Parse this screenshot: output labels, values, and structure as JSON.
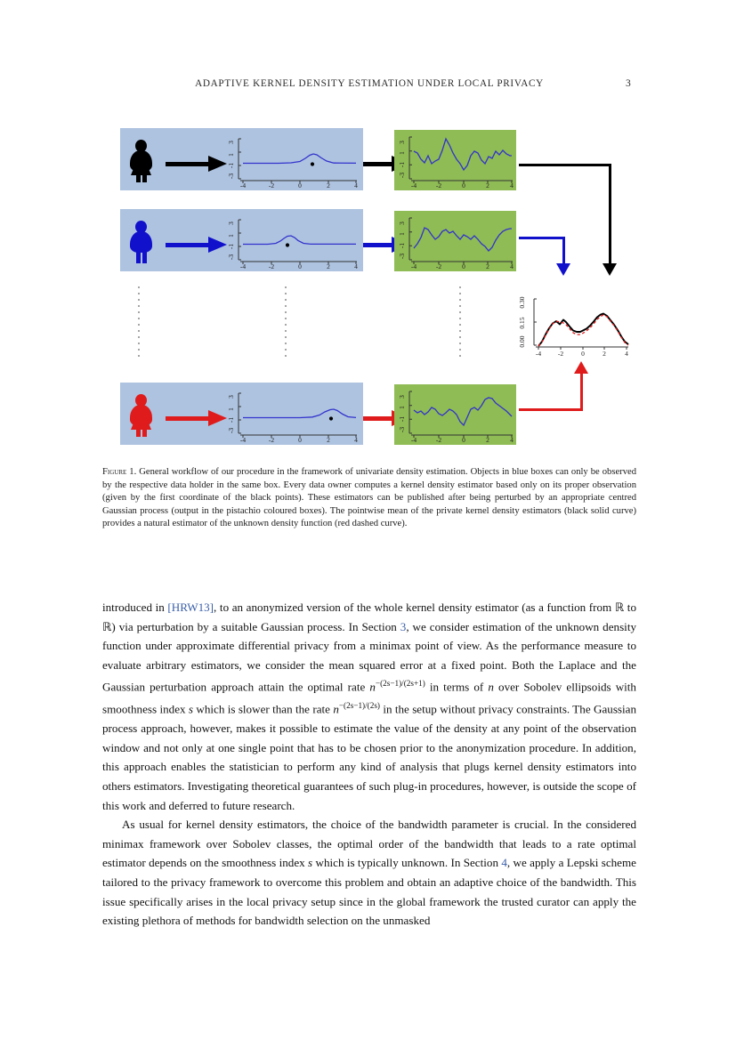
{
  "header": {
    "running_title": "Adaptive Kernel Density Estimation under Local Privacy",
    "page_number": "3"
  },
  "figure": {
    "caption_label": "Figure 1.",
    "caption_text": "General workflow of our procedure in the framework of univariate density estimation. Objects in blue boxes can only be observed by the respective data holder in the same box. Every data owner computes a kernel density estimator based only on its proper observation (given by the first coordinate of the black points). These estimators can be published after being perturbed by an appropriate centred Gaussian process (output in the pistachio coloured boxes). The pointwise mean of the private kernel density estimators (black solid curve) provides a natural estimator of the unknown density function (red dashed curve).",
    "colors": {
      "blue_box": "#aec3e0",
      "green_box": "#8fbc55",
      "curve_blue": "#3333cc",
      "actor_black": "#000000",
      "actor_blue": "#1111cc",
      "actor_red": "#e01b1b",
      "aggregate_solid": "#000000",
      "aggregate_dashed": "#e01b1b"
    },
    "rows": [
      {
        "actor_name": "data-owner-1",
        "actor_color": "#000000",
        "kde_plot": {
          "x_ticks": [
            "-4",
            "-2",
            "0",
            "2",
            "4"
          ],
          "y_ticks": [
            "-3",
            "-1",
            "1",
            "3"
          ],
          "observation_x": 0.85
        },
        "private_plot": {
          "x_ticks": [
            "-4",
            "-2",
            "0",
            "2",
            "4"
          ],
          "y_ticks": [
            "-3",
            "-1",
            "1",
            "3"
          ]
        }
      },
      {
        "actor_name": "data-owner-2",
        "actor_color": "#1111cc",
        "kde_plot": {
          "x_ticks": [
            "-4",
            "-2",
            "0",
            "2",
            "4"
          ],
          "y_ticks": [
            "-3",
            "-1",
            "1",
            "3"
          ],
          "observation_x": -0.75
        },
        "private_plot": {
          "x_ticks": [
            "-4",
            "-2",
            "0",
            "2",
            "4"
          ],
          "y_ticks": [
            "-3",
            "-1",
            "1",
            "3"
          ]
        }
      },
      {
        "actor_name": "data-owner-n",
        "actor_color": "#e01b1b",
        "kde_plot": {
          "x_ticks": [
            "-4",
            "-2",
            "0",
            "2",
            "4"
          ],
          "y_ticks": [
            "-3",
            "-1",
            "1",
            "3"
          ],
          "observation_x": 2.2
        },
        "private_plot": {
          "x_ticks": [
            "-4",
            "-2",
            "0",
            "2",
            "4"
          ],
          "y_ticks": [
            "-3",
            "-1",
            "1",
            "3"
          ]
        }
      }
    ],
    "aggregate_plot": {
      "x_ticks": [
        "-4",
        "-2",
        "0",
        "2",
        "4"
      ],
      "y_ticks": [
        "0.00",
        "0.15",
        "0.30"
      ]
    }
  },
  "chart_data": [
    {
      "type": "line",
      "name": "kde-row-1",
      "title": "",
      "xlabel": "",
      "ylabel": "",
      "xlim": [
        -4,
        4
      ],
      "ylim": [
        -3,
        3
      ],
      "xticks": [
        -4,
        -2,
        0,
        2,
        4
      ],
      "yticks": [
        -3,
        -1,
        1,
        3
      ],
      "grid": false,
      "series": [
        {
          "name": "kernel density estimator",
          "color": "#3333cc",
          "x": [
            -4,
            -3.5,
            -3,
            -2.5,
            -2,
            -1.5,
            -1,
            -0.5,
            0,
            0.25,
            0.5,
            0.75,
            0.85,
            1,
            1.25,
            1.5,
            2,
            2.5,
            3,
            3.5,
            4
          ],
          "y": [
            0.1,
            0.1,
            0.1,
            0.1,
            0.1,
            0.1,
            0.12,
            0.15,
            0.3,
            0.55,
            0.85,
            1.0,
            1.0,
            0.95,
            0.7,
            0.42,
            0.15,
            0.1,
            0.1,
            0.1,
            0.1
          ]
        }
      ],
      "annotations": [
        {
          "type": "point",
          "x": 0.85,
          "y": 0.1,
          "color": "#000000"
        }
      ]
    },
    {
      "type": "line",
      "name": "private-row-1",
      "xlim": [
        -4,
        4
      ],
      "ylim": [
        -3,
        3
      ],
      "xticks": [
        -4,
        -2,
        0,
        2,
        4
      ],
      "yticks": [
        -3,
        -1,
        1,
        3
      ],
      "grid": false,
      "series": [
        {
          "name": "perturbed estimator",
          "color": "#3333cc",
          "x": [
            -4,
            -3.7,
            -3.4,
            -3.1,
            -2.8,
            -2.5,
            -2.2,
            -1.9,
            -1.6,
            -1.3,
            -1.1,
            -0.8,
            -0.5,
            -0.2,
            0.05,
            0.3,
            0.6,
            0.9,
            1.2,
            1.5,
            1.8,
            2.1,
            2.4,
            2.7,
            3.0,
            3.3,
            3.6,
            3.9,
            4
          ],
          "y": [
            1.0,
            0.85,
            0.35,
            0.1,
            0.5,
            0.0,
            0.15,
            0.3,
            1.1,
            2.6,
            2.0,
            0.9,
            0.15,
            -0.3,
            -1.1,
            -0.6,
            0.5,
            1.1,
            0.9,
            0.25,
            -0.1,
            0.45,
            0.35,
            0.9,
            0.55,
            0.95,
            0.65,
            0.5,
            0.5
          ]
        }
      ]
    },
    {
      "type": "line",
      "name": "kde-row-2",
      "xlim": [
        -4,
        4
      ],
      "ylim": [
        -3,
        3
      ],
      "xticks": [
        -4,
        -2,
        0,
        2,
        4
      ],
      "yticks": [
        -3,
        -1,
        1,
        3
      ],
      "grid": false,
      "series": [
        {
          "name": "kernel density estimator",
          "color": "#3333cc",
          "x": [
            -4,
            -3.5,
            -3,
            -2.5,
            -2,
            -1.6,
            -1.3,
            -1.05,
            -0.9,
            -0.75,
            -0.6,
            -0.4,
            -0.15,
            0.2,
            0.6,
            1,
            2,
            3,
            4
          ],
          "y": [
            0.1,
            0.1,
            0.1,
            0.1,
            0.12,
            0.2,
            0.45,
            0.8,
            0.95,
            1.0,
            0.95,
            0.75,
            0.45,
            0.2,
            0.12,
            0.1,
            0.1,
            0.1,
            0.1
          ]
        }
      ],
      "annotations": [
        {
          "type": "point",
          "x": -0.75,
          "y": 0.1,
          "color": "#000000"
        }
      ]
    },
    {
      "type": "line",
      "name": "private-row-2",
      "xlim": [
        -4,
        4
      ],
      "ylim": [
        -3,
        3
      ],
      "xticks": [
        -4,
        -2,
        0,
        2,
        4
      ],
      "yticks": [
        -3,
        -1,
        1,
        3
      ],
      "grid": false,
      "series": [
        {
          "name": "perturbed estimator",
          "color": "#3333cc",
          "x": [
            -4,
            -3.7,
            -3.4,
            -3.1,
            -2.8,
            -2.5,
            -2.2,
            -1.9,
            -1.6,
            -1.3,
            -1.0,
            -0.7,
            -0.4,
            -0.1,
            0.2,
            0.5,
            0.8,
            1.1,
            1.4,
            1.7,
            2.0,
            2.3,
            2.6,
            2.9,
            3.2,
            3.5,
            3.8,
            4
          ],
          "y": [
            -0.7,
            -0.1,
            0.7,
            1.45,
            1.3,
            0.8,
            0.35,
            0.5,
            0.95,
            1.15,
            0.85,
            1.0,
            0.55,
            0.1,
            0.55,
            0.35,
            0.1,
            0.45,
            0.1,
            -0.35,
            -0.55,
            -1.0,
            -0.7,
            -0.1,
            0.45,
            0.8,
            1.0,
            1.05
          ]
        }
      ]
    },
    {
      "type": "line",
      "name": "kde-row-n",
      "xlim": [
        -4,
        4
      ],
      "ylim": [
        -3,
        3
      ],
      "xticks": [
        -4,
        -2,
        0,
        2,
        4
      ],
      "yticks": [
        -3,
        -1,
        1,
        3
      ],
      "grid": false,
      "series": [
        {
          "name": "kernel density estimator",
          "color": "#3333cc",
          "x": [
            -4,
            -3,
            -2,
            -1,
            0,
            0.6,
            1.1,
            1.5,
            1.8,
            2.1,
            2.2,
            2.4,
            2.7,
            3.0,
            3.4,
            4
          ],
          "y": [
            0.1,
            0.1,
            0.1,
            0.1,
            0.1,
            0.13,
            0.22,
            0.45,
            0.75,
            0.95,
            1.0,
            0.9,
            0.6,
            0.32,
            0.15,
            0.1
          ]
        }
      ],
      "annotations": [
        {
          "type": "point",
          "x": 2.2,
          "y": 0.1,
          "color": "#000000"
        }
      ]
    },
    {
      "type": "line",
      "name": "private-row-n",
      "xlim": [
        -4,
        4
      ],
      "ylim": [
        -3,
        3
      ],
      "xticks": [
        -4,
        -2,
        0,
        2,
        4
      ],
      "yticks": [
        -3,
        -1,
        1,
        3
      ],
      "grid": false,
      "series": [
        {
          "name": "perturbed estimator",
          "color": "#3333cc",
          "x": [
            -4,
            -3.7,
            -3.4,
            -3.1,
            -2.8,
            -2.5,
            -2.2,
            -1.9,
            -1.6,
            -1.3,
            -1.0,
            -0.7,
            -0.4,
            -0.15,
            0.05,
            0.3,
            0.55,
            0.8,
            1.1,
            1.4,
            1.7,
            2.0,
            2.2,
            2.5,
            2.8,
            3.1,
            3.5,
            3.8,
            4
          ],
          "y": [
            0.55,
            0.3,
            0.45,
            0.2,
            0.45,
            0.75,
            0.6,
            0.3,
            0.15,
            0.35,
            0.6,
            0.5,
            0.15,
            -0.5,
            -1.1,
            -0.3,
            0.5,
            0.65,
            0.45,
            0.9,
            1.4,
            1.6,
            1.55,
            1.2,
            0.95,
            0.75,
            0.55,
            0.3,
            0.15
          ]
        }
      ]
    },
    {
      "type": "line",
      "name": "aggregate-estimator",
      "xlim": [
        -4,
        4
      ],
      "ylim": [
        0,
        0.33
      ],
      "xticks": [
        -4,
        -2,
        0,
        2,
        4
      ],
      "yticks": [
        0.0,
        0.15,
        0.3
      ],
      "grid": false,
      "series": [
        {
          "name": "pointwise mean of private KDEs (black solid curve)",
          "color": "#000000",
          "style": "solid",
          "x": [
            -4,
            -3.7,
            -3.4,
            -3.1,
            -2.8,
            -2.5,
            -2.2,
            -1.95,
            -1.75,
            -1.55,
            -1.3,
            -1.0,
            -0.7,
            -0.4,
            -0.1,
            0.2,
            0.5,
            0.8,
            1.1,
            1.4,
            1.6,
            1.9,
            2.2,
            2.5,
            2.8,
            3.1,
            3.4,
            3.7,
            4.0
          ],
          "y": [
            0.005,
            0.035,
            0.08,
            0.125,
            0.16,
            0.175,
            0.155,
            0.18,
            0.165,
            0.135,
            0.105,
            0.095,
            0.095,
            0.105,
            0.12,
            0.14,
            0.165,
            0.195,
            0.225,
            0.245,
            0.25,
            0.235,
            0.205,
            0.175,
            0.14,
            0.095,
            0.05,
            0.025,
            0.015
          ]
        },
        {
          "name": "unknown density function (red dashed curve)",
          "color": "#e01b1b",
          "style": "dashed",
          "x": [
            -4,
            -3.7,
            -3.4,
            -3.1,
            -2.8,
            -2.5,
            -2.2,
            -1.95,
            -1.75,
            -1.55,
            -1.3,
            -1.0,
            -0.7,
            -0.4,
            -0.1,
            0.2,
            0.5,
            0.8,
            1.1,
            1.4,
            1.6,
            1.9,
            2.2,
            2.5,
            2.8,
            3.1,
            3.4,
            3.7,
            4.0
          ],
          "y": [
            0.005,
            0.03,
            0.075,
            0.12,
            0.155,
            0.175,
            0.168,
            0.162,
            0.15,
            0.125,
            0.095,
            0.08,
            0.082,
            0.095,
            0.115,
            0.138,
            0.168,
            0.2,
            0.228,
            0.24,
            0.238,
            0.222,
            0.195,
            0.165,
            0.132,
            0.09,
            0.048,
            0.022,
            0.012
          ]
        }
      ]
    }
  ],
  "body": {
    "para1_a": "introduced in ",
    "para1_cite": "[HRW13]",
    "para1_b": ", to an anonymized version of the whole kernel density estimator (as a function from ℝ to ℝ) via perturbation by a suitable Gaussian process. In Section ",
    "para1_ref": "3",
    "para1_c": ", we consider estimation of the unknown density function under approximate differential privacy from a minimax point of view. As the performance measure to evaluate arbitrary estimators, we consider the mean squared error at a fixed point. Both the Laplace and the Gaussian perturbation approach attain the optimal rate ",
    "para1_math1": "n",
    "para1_math1_sup": "−(2s−1)/(2s+1)",
    "para1_d": " in terms of ",
    "para1_n": "n",
    "para1_e": " over Sobolev ellipsoids with smoothness index ",
    "para1_s": "s",
    "para1_f": " which is slower than the rate ",
    "para1_math2": "n",
    "para1_math2_sup": "−(2s−1)/(2s)",
    "para1_g": " in the setup without privacy constraints. The Gaussian process approach, however, makes it possible to estimate the value of the density at any point of the observation window and not only at one single point that has to be chosen prior to the anonymization procedure. In addition, this approach enables the statistician to perform any kind of analysis that plugs kernel density estimators into others estimators. Investigating theoretical guarantees of such plug-in procedures, however, is outside the scope of this work and deferred to future research.",
    "para2_a": "As usual for kernel density estimators, the choice of the bandwidth parameter is crucial. In the considered minimax framework over Sobolev classes, the optimal order of the bandwidth that leads to a rate optimal estimator depends on the smoothness index ",
    "para2_s": "s",
    "para2_b": " which is typically unknown. In Section ",
    "para2_ref": "4",
    "para2_c": ", we apply a Lepski scheme tailored to the privacy framework to overcome this problem and obtain an adaptive choice of the bandwidth. This issue specifically arises in the local privacy setup since in the global framework the trusted curator can apply the existing plethora of methods for bandwidth selection on the unmasked"
  }
}
